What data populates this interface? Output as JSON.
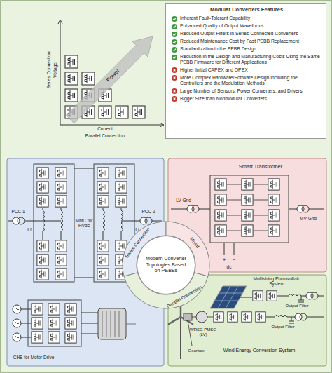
{
  "diagram": {
    "nodes": [
      {
        "text": [
          "Modular Converters Features",
          "Inherent Fault-Tolerant Capability",
          "Enhanced Quality of Output Waveforms",
          "Reduced Output Filters in Series-Connected Converters",
          "Reduced Maintenance Cost by Fast PEBB Replacement",
          "Standardization in the PEBB Design",
          "Reduction in the Design and Manufacturing Costs Using the Same PEBB Firmware for Different Applications",
          "Higher Initial CAPEX and OPEX",
          "More Complex Hardware/Software Design Including the Controllers and the Modulation Methods",
          "Large Number of Sensors, Power Converters, and Drivers",
          "Bigger Size than Nonmodular Converters"
        ]
      },
      {
        "text": [
          "Modern Converter Topologies Based on PEBBs"
        ]
      }
    ],
    "labels": [
      "Series Connection",
      "Voltage",
      "Power",
      "Current",
      "Parallel Connection",
      "PCC 1",
      "MMC for HVdc",
      "PCC 2",
      "Lf",
      "Lf",
      "CHB for Motor Drive",
      "Smart Transformer",
      "MV Grid",
      "LV Grid",
      "+",
      "−",
      "dc",
      "Series Connection",
      "Mixed",
      "Parallel Connection",
      "Multistring Photovoltaic System",
      "Output Filter",
      "WRSG PMSG (LV)",
      "Gearbox",
      "Output Filter",
      "Wind Energy Conversion System"
    ]
  }
}
